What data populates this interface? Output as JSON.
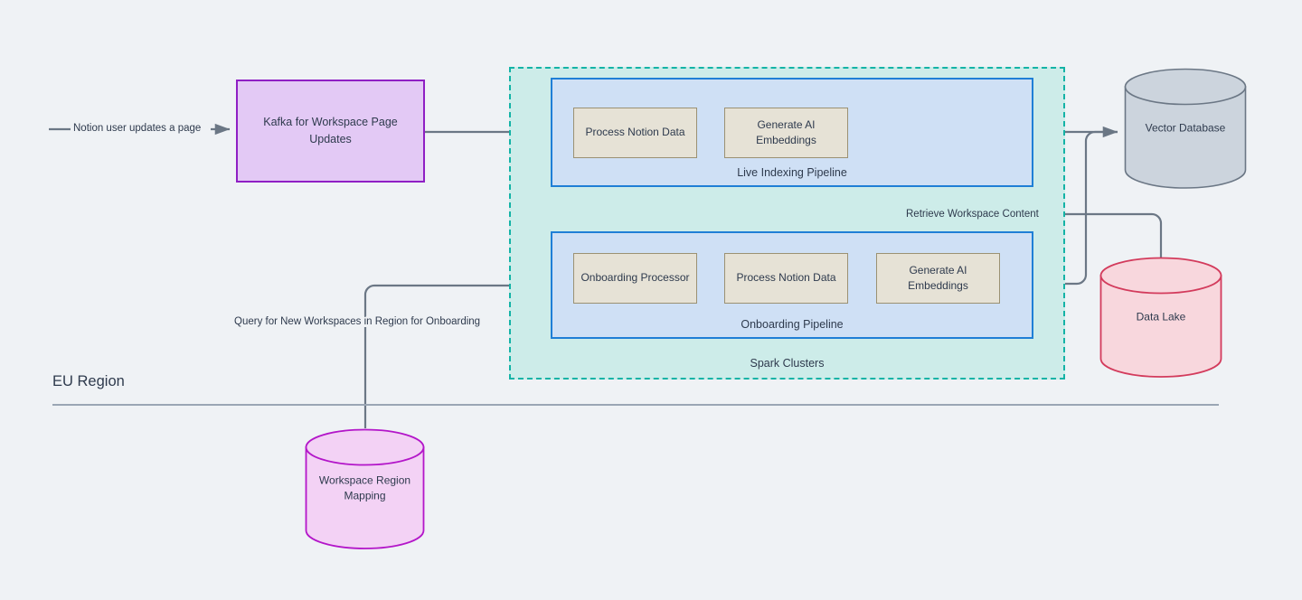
{
  "diagram": {
    "region_title": "EU Region",
    "palette": {
      "background": "#eff2f5",
      "kafka_fill": "#e3c9f5",
      "kafka_stroke": "#8f1fc4",
      "spark_fill": "#cdece9",
      "spark_stroke": "#13b3a6",
      "pipeline_fill": "#cfe0f5",
      "pipeline_stroke": "#1f7fd6",
      "task_fill": "#e6e2d6",
      "task_stroke": "#9b9173",
      "vector_db_fill": "#ccd4dd",
      "vector_db_stroke": "#6b7785",
      "data_lake_fill": "#f8d7dd",
      "data_lake_stroke": "#d33b5c",
      "workspace_db_fill": "#f3d2f5",
      "workspace_db_stroke": "#b316c9",
      "edge_stroke": "#6b7785",
      "text": "#2e3a4d"
    },
    "nodes": {
      "kafka": {
        "label": "Kafka for Workspace Page Updates"
      },
      "spark_clusters": {
        "label": "Spark Clusters"
      },
      "live_indexing_pipeline": {
        "label": "Live Indexing Pipeline",
        "tasks": [
          {
            "label": "Process Notion Data"
          },
          {
            "label": "Generate AI Embeddings"
          }
        ]
      },
      "onboarding_pipeline": {
        "label": "Onboarding Pipeline",
        "tasks": [
          {
            "label": "Onboarding Processor"
          },
          {
            "label": "Process Notion Data"
          },
          {
            "label": "Generate AI Embeddings"
          }
        ]
      },
      "vector_database": {
        "label": "Vector Database"
      },
      "data_lake": {
        "label": "Data Lake"
      },
      "workspace_region_mapping": {
        "label": "Workspace Region Mapping"
      }
    },
    "edges": [
      {
        "id": "notion-update",
        "label": "Notion user updates a page",
        "from": "external",
        "to": "kafka"
      },
      {
        "id": "kafka-to-live",
        "label": "",
        "from": "kafka",
        "to": "live_indexing_pipeline"
      },
      {
        "id": "live-to-vector",
        "label": "",
        "from": "live_indexing_pipeline",
        "to": "vector_database"
      },
      {
        "id": "retrieve-workspace",
        "label": "Retrieve Workspace Content",
        "from": "data_lake",
        "to": "onboarding_pipeline"
      },
      {
        "id": "query-workspaces",
        "label": "Query for New Workspaces in Region for Onboarding",
        "from": "workspace_region_mapping",
        "to": "onboarding_pipeline"
      },
      {
        "id": "onboarding-to-vector",
        "label": "",
        "from": "onboarding_pipeline",
        "to": "vector_database"
      }
    ]
  }
}
